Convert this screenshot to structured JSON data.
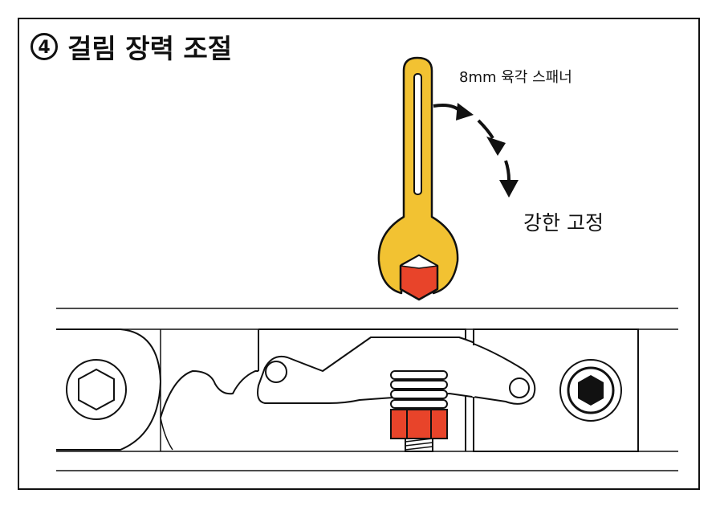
{
  "title": {
    "step_number": "4",
    "text": "걸림 장력 조절"
  },
  "labels": {
    "tool": "8mm 육각 스패너",
    "action": "강한 고정"
  },
  "colors": {
    "frame": "#111111",
    "wrench": "#f2c232",
    "nut": "#e8442a",
    "line": "#111111",
    "background": "#ffffff"
  },
  "icons": {
    "rotation_arrow": "clockwise-dashed-arrow",
    "bolt_left": "hex-socket-bolt",
    "bolt_right": "hex-socket-bolt"
  }
}
